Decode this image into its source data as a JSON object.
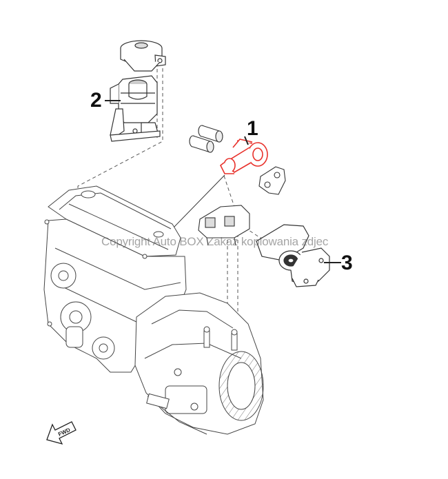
{
  "callouts": {
    "part_1": "1",
    "part_2": "2",
    "part_3": "3"
  },
  "watermark": "Copyright Auto BOX Zakaz kopiowania zdjec",
  "direction_label": "FWD",
  "colors": {
    "highlight": "#e8302a",
    "linework": "#555555",
    "leader": "#222222"
  }
}
